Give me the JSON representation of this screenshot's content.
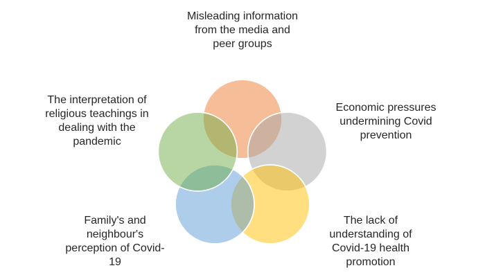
{
  "diagram": {
    "type": "venn",
    "background_color": "#ffffff",
    "stroke_color": "#ffffff",
    "fill_opacity": 0.5,
    "text_color": "#262626",
    "items": [
      {
        "id": "misleading-media",
        "position": "top",
        "color": "#ED7D31",
        "label": "Misleading information\nfrom the media and\npeer groups"
      },
      {
        "id": "economic-pressures",
        "position": "upper-right",
        "color": "#A5A5A5",
        "label": "Economic pressures\nundermining Covid\nprevention"
      },
      {
        "id": "lack-of-understanding",
        "position": "lower-right",
        "color": "#FFC000",
        "label": "The lack of\nunderstanding of\nCovid-19 health\npromotion"
      },
      {
        "id": "family-perception",
        "position": "lower-left",
        "color": "#5B9BD5",
        "label": "Family's and\nneighbour's\nperception of Covid-\n19"
      },
      {
        "id": "religious-teachings",
        "position": "upper-left",
        "color": "#70AD47",
        "label": "The interpretation of\nreligious teachings in\ndealing with the\npandemic"
      }
    ]
  }
}
